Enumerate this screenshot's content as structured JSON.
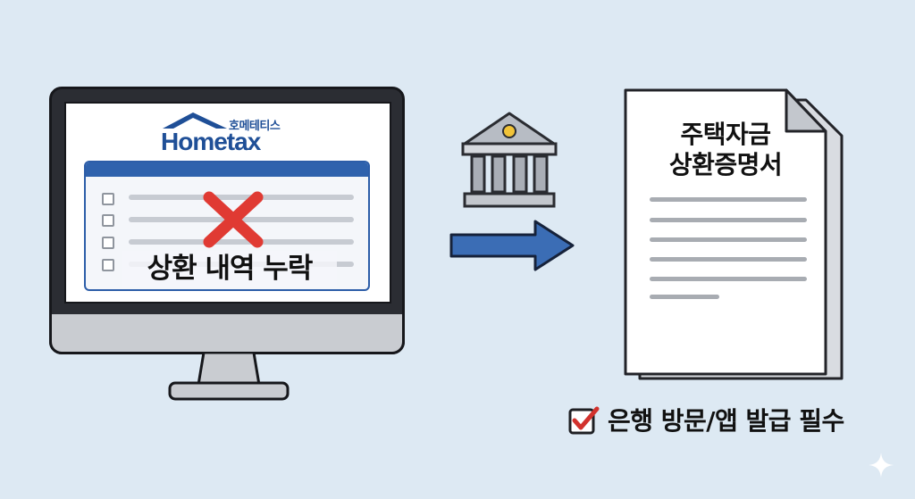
{
  "monitor": {
    "logo_korean": "호메테티스",
    "logo_english": "Hometax",
    "status_text": "상환 내역 누락"
  },
  "document": {
    "title_line1": "주택자금",
    "title_line2": "상환증명서"
  },
  "caption": {
    "text": "은행 방문/앱 발급 필수"
  },
  "icons": {
    "error": "red-x-icon",
    "institution": "bank-icon",
    "flow": "arrow-right-icon",
    "check": "checkbox-checked-icon",
    "decoration": "sparkle-icon"
  },
  "colors": {
    "background": "#dde9f3",
    "brand_blue": "#1f4f97",
    "error_red": "#e03a33",
    "arrow_blue": "#3b6db5",
    "check_red": "#d2322d"
  }
}
